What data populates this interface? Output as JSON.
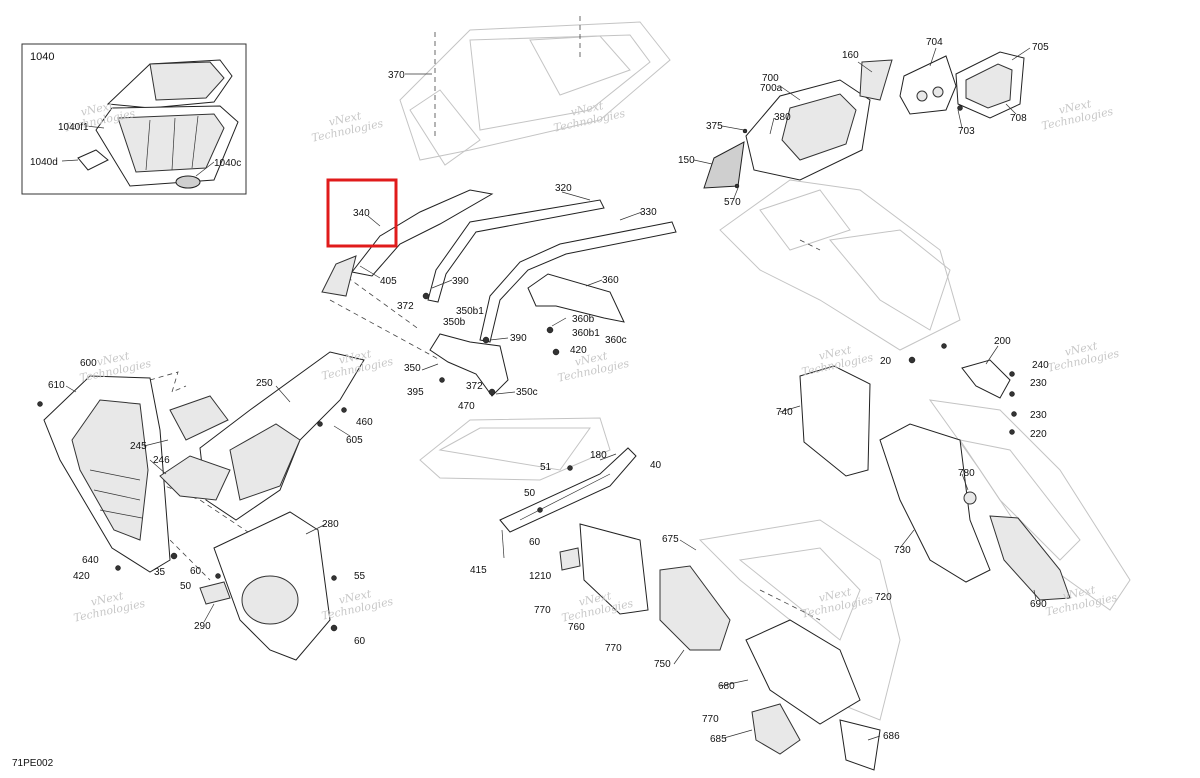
{
  "figure_code": "71PE002",
  "inset": {
    "title": "1040",
    "labels": [
      "1040f1",
      "1040d",
      "1040c"
    ]
  },
  "watermark": {
    "line1": "vNext",
    "line2": "Technologies"
  },
  "highlight": {
    "label": "340",
    "color": "#e01b1b"
  },
  "parts": [
    {
      "id": "370"
    },
    {
      "id": "160"
    },
    {
      "id": "704"
    },
    {
      "id": "705"
    },
    {
      "id": "700"
    },
    {
      "id": "700a"
    },
    {
      "id": "375"
    },
    {
      "id": "380"
    },
    {
      "id": "703"
    },
    {
      "id": "708"
    },
    {
      "id": "150"
    },
    {
      "id": "570"
    },
    {
      "id": "320"
    },
    {
      "id": "330"
    },
    {
      "id": "405"
    },
    {
      "id": "390"
    },
    {
      "id": "360"
    },
    {
      "id": "372"
    },
    {
      "id": "350b1"
    },
    {
      "id": "350b"
    },
    {
      "id": "360b"
    },
    {
      "id": "360b1"
    },
    {
      "id": "390"
    },
    {
      "id": "360c"
    },
    {
      "id": "420"
    },
    {
      "id": "350"
    },
    {
      "id": "372"
    },
    {
      "id": "395"
    },
    {
      "id": "350c"
    },
    {
      "id": "470"
    },
    {
      "id": "200"
    },
    {
      "id": "240"
    },
    {
      "id": "230"
    },
    {
      "id": "230"
    },
    {
      "id": "220"
    },
    {
      "id": "20"
    },
    {
      "id": "610"
    },
    {
      "id": "600"
    },
    {
      "id": "250"
    },
    {
      "id": "460"
    },
    {
      "id": "605"
    },
    {
      "id": "245"
    },
    {
      "id": "246"
    },
    {
      "id": "740"
    },
    {
      "id": "780"
    },
    {
      "id": "730"
    },
    {
      "id": "690"
    },
    {
      "id": "180"
    },
    {
      "id": "51"
    },
    {
      "id": "40"
    },
    {
      "id": "50"
    },
    {
      "id": "280"
    },
    {
      "id": "60"
    },
    {
      "id": "415"
    },
    {
      "id": "1210"
    },
    {
      "id": "675"
    },
    {
      "id": "640"
    },
    {
      "id": "420"
    },
    {
      "id": "35"
    },
    {
      "id": "60"
    },
    {
      "id": "55"
    },
    {
      "id": "50"
    },
    {
      "id": "290"
    },
    {
      "id": "60"
    },
    {
      "id": "770"
    },
    {
      "id": "760"
    },
    {
      "id": "770"
    },
    {
      "id": "750"
    },
    {
      "id": "720"
    },
    {
      "id": "680"
    },
    {
      "id": "770"
    },
    {
      "id": "685"
    },
    {
      "id": "686"
    }
  ]
}
